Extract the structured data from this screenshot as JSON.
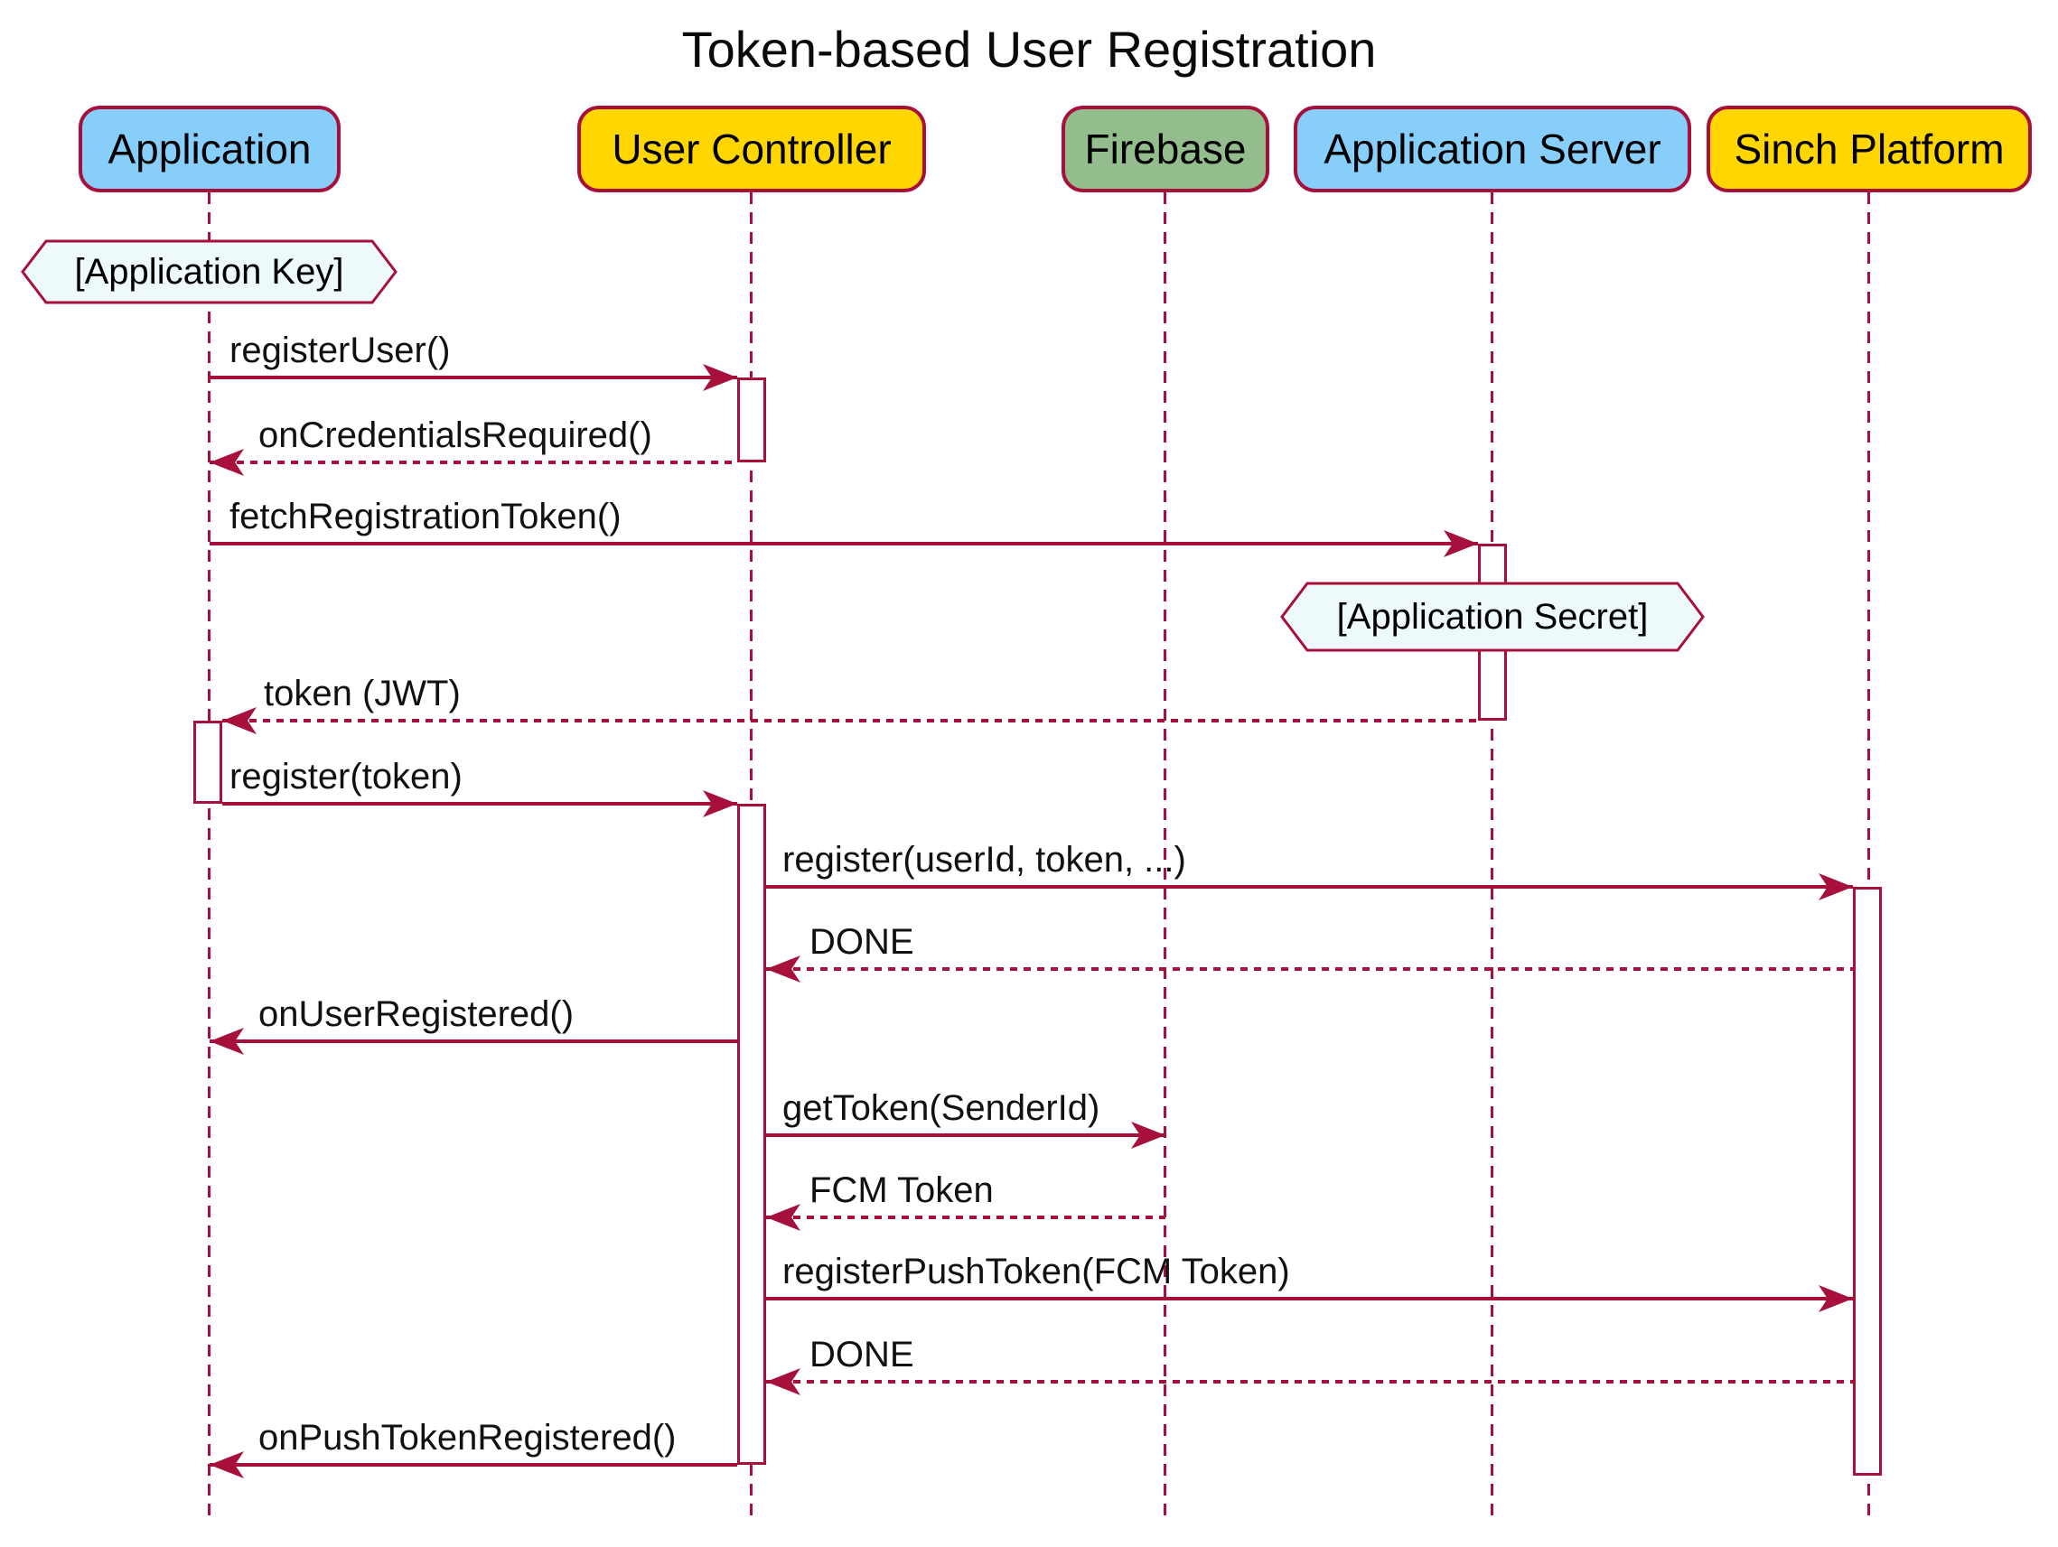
{
  "title": "Token-based User Registration",
  "colors": {
    "accent": "#A6103B",
    "participant_blue": "#87CEFA",
    "participant_yellow": "#FFD600",
    "participant_green": "#93BD8D",
    "note_fill": "#EDF9FA",
    "activation_fill": "#FFFFFF"
  },
  "participants": [
    {
      "label": "Application",
      "fill": "#87CEFA"
    },
    {
      "label": "User Controller",
      "fill": "#FFD600"
    },
    {
      "label": "Firebase",
      "fill": "#93BD8D"
    },
    {
      "label": "Application Server",
      "fill": "#87CEFA"
    },
    {
      "label": "Sinch Platform",
      "fill": "#FFD600"
    }
  ],
  "notes": [
    {
      "label": "[Application Key]",
      "anchor": "Application"
    },
    {
      "label": "[Application Secret]",
      "anchor": "Application Server"
    }
  ],
  "messages": [
    {
      "label": "registerUser()",
      "from": "Application",
      "to": "User Controller",
      "line": "solid"
    },
    {
      "label": "onCredentialsRequired()",
      "from": "User Controller",
      "to": "Application",
      "line": "dashed"
    },
    {
      "label": "fetchRegistrationToken()",
      "from": "Application",
      "to": "Application Server",
      "line": "solid"
    },
    {
      "label": "token (JWT)",
      "from": "Application Server",
      "to": "Application",
      "line": "dashed"
    },
    {
      "label": "register(token)",
      "from": "Application",
      "to": "User Controller",
      "line": "solid"
    },
    {
      "label": "register(userId, token, ...)",
      "from": "User Controller",
      "to": "Sinch Platform",
      "line": "solid"
    },
    {
      "label": "DONE",
      "from": "Sinch Platform",
      "to": "User Controller",
      "line": "dashed"
    },
    {
      "label": "onUserRegistered()",
      "from": "User Controller",
      "to": "Application",
      "line": "solid"
    },
    {
      "label": "getToken(SenderId)",
      "from": "User Controller",
      "to": "Firebase",
      "line": "solid"
    },
    {
      "label": "FCM Token",
      "from": "Firebase",
      "to": "User Controller",
      "line": "dashed"
    },
    {
      "label": "registerPushToken(FCM Token)",
      "from": "User Controller",
      "to": "Sinch Platform",
      "line": "solid"
    },
    {
      "label": "DONE",
      "from": "Sinch Platform",
      "to": "User Controller",
      "line": "dashed"
    },
    {
      "label": "onPushTokenRegistered()",
      "from": "User Controller",
      "to": "Application",
      "line": "solid"
    }
  ]
}
